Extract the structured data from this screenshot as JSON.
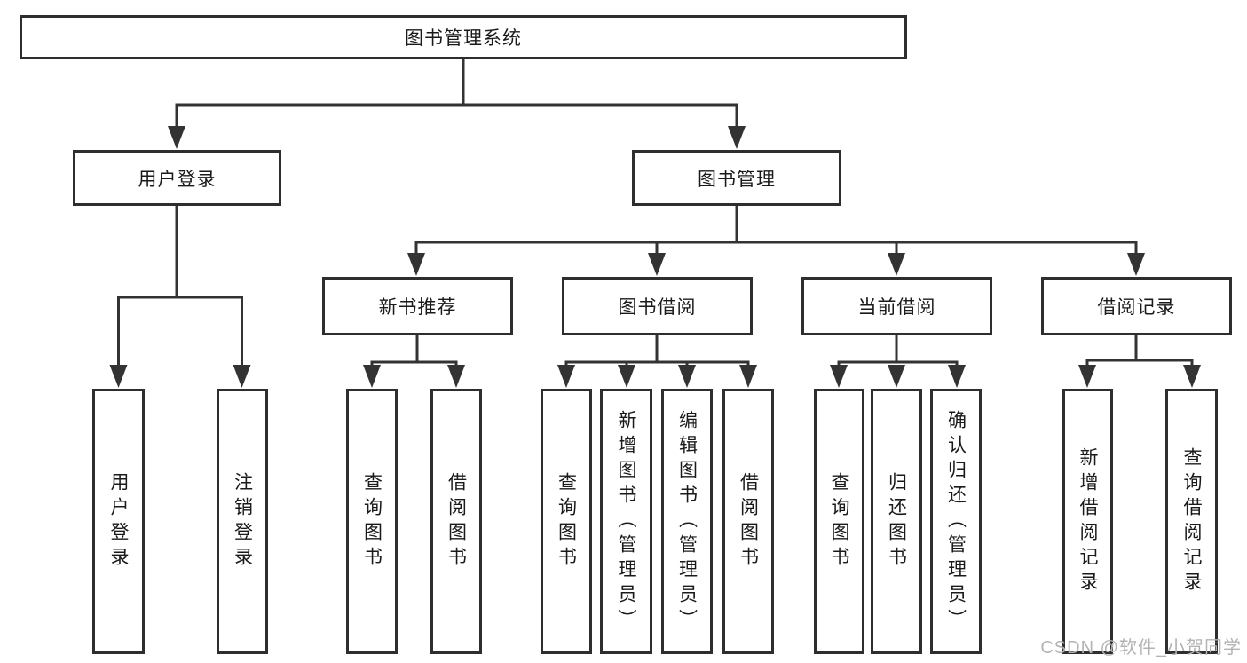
{
  "tree": {
    "root": {
      "label": "图书管理系统"
    },
    "level2": [
      {
        "label": "用户登录"
      },
      {
        "label": "图书管理"
      }
    ],
    "level3": [
      {
        "label": "新书推荐"
      },
      {
        "label": "图书借阅"
      },
      {
        "label": "当前借阅"
      },
      {
        "label": "借阅记录"
      }
    ],
    "leaves": {
      "userLogin": [
        {
          "label": "用户登录"
        },
        {
          "label": "注销登录"
        }
      ],
      "newBookRecommend": [
        {
          "label": "查询图书"
        },
        {
          "label": "借阅图书"
        }
      ],
      "bookBorrow": [
        {
          "label": "查询图书"
        },
        {
          "label": "新增图书（管理员）"
        },
        {
          "label": "编辑图书（管理员）"
        },
        {
          "label": "借阅图书"
        }
      ],
      "currentBorrow": [
        {
          "label": "查询图书"
        },
        {
          "label": "归还图书"
        },
        {
          "label": "确认归还（管理员）"
        }
      ],
      "borrowRecords": [
        {
          "label": "新增借阅记录"
        },
        {
          "label": "查询借阅记录"
        }
      ]
    }
  },
  "watermark": {
    "text": "CSDN @软件_小贺同学"
  },
  "colors": {
    "background": "#ffffff",
    "box_border": "#2e2e2e",
    "line": "#333333",
    "text": "#1a1a1a",
    "watermark": "#b3b3b3"
  }
}
